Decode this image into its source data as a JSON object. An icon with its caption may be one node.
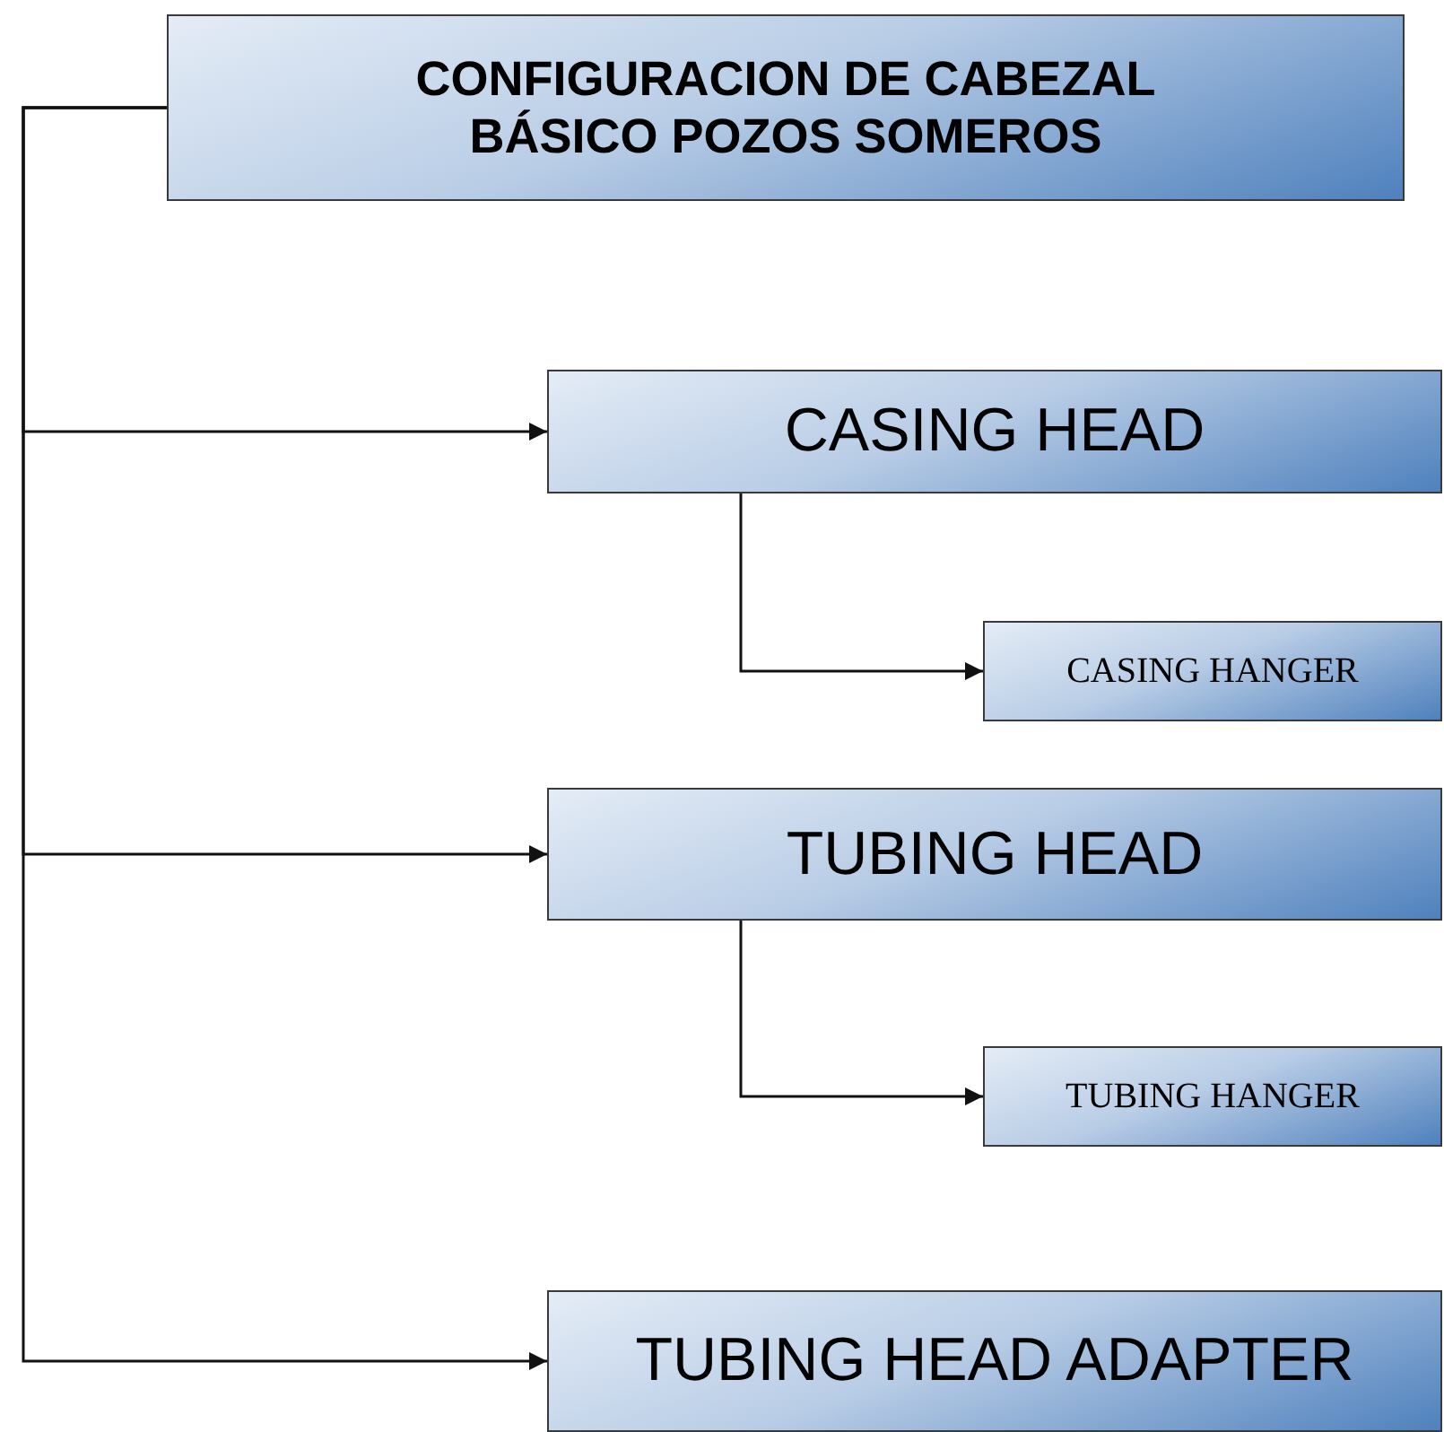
{
  "diagram": {
    "nodes": [
      {
        "text": [
          "CONFIGURACION DE CABEZAL BÁSICO POZOS SOMEROS"
        ]
      },
      {
        "text": [
          "CASING HEAD"
        ]
      },
      {
        "text": [
          "CASING HANGER"
        ]
      },
      {
        "text": [
          "TUBING HEAD"
        ]
      },
      {
        "text": [
          "TUBING HANGER"
        ]
      },
      {
        "text": [
          "TUBING HEAD ADAPTER"
        ]
      }
    ],
    "edges": [
      {
        "from": 0,
        "to": 1,
        "arrow": "to"
      },
      {
        "from": 1,
        "to": 2,
        "arrow": "to"
      },
      {
        "from": 0,
        "to": 3,
        "arrow": "to"
      },
      {
        "from": 3,
        "to": 4,
        "arrow": "to"
      },
      {
        "from": 0,
        "to": 5,
        "arrow": "to"
      }
    ]
  }
}
